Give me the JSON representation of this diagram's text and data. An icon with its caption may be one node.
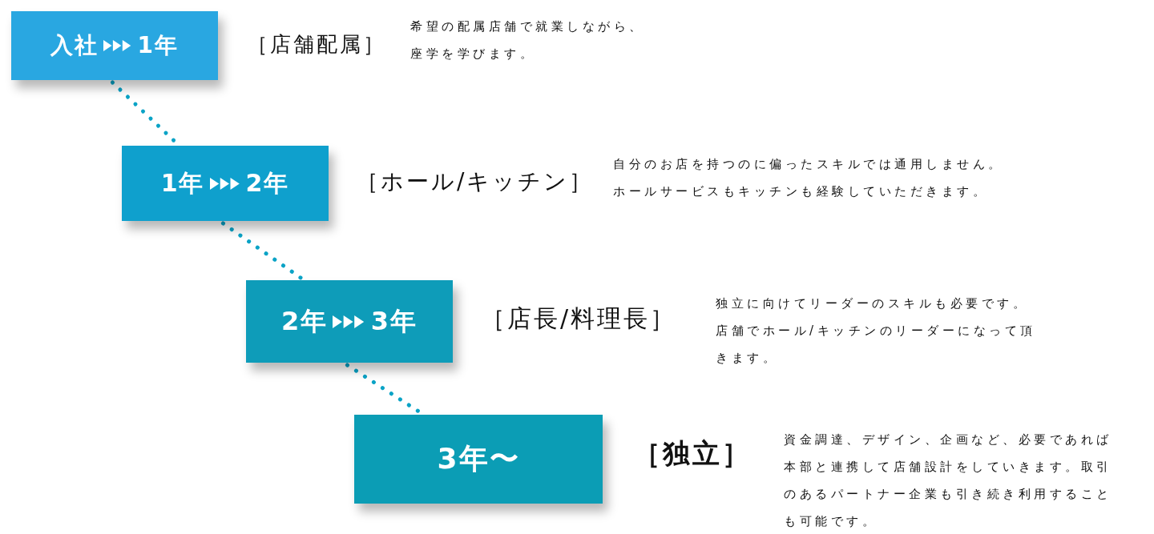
{
  "diagram": {
    "nodes": [
      {
        "text": [
          "入社",
          "1年"
        ],
        "beside": [
          "［店舗配属］"
        ]
      },
      {
        "text": [
          "1年",
          "2年"
        ],
        "beside": [
          "［ホール/キッチン］"
        ]
      },
      {
        "text": [
          "2年",
          "3年"
        ],
        "beside": [
          "［店長/料理長］"
        ]
      },
      {
        "text": [
          "3年〜"
        ],
        "beside": [
          "［独立］"
        ]
      }
    ],
    "edges": [
      {
        "from": 0,
        "to": 1,
        "arrow": "none",
        "style": "dashed"
      },
      {
        "from": 1,
        "to": 2,
        "arrow": "none",
        "style": "dashed"
      },
      {
        "from": 2,
        "to": 3,
        "arrow": "none",
        "style": "dashed"
      }
    ],
    "labels": [
      "希望の配属店舗で就業しながら、座学を学びます。",
      "自分のお店を持つのに偏ったスキルでは通用しません。ホールサービスもキッチンも経験していただきます。",
      "独立に向けてリーダーのスキルも必要です。店舗でホール/キッチンのリーダーになって頂きます。",
      "資金調達、デザイン、企画など、必要であれば本部と連携して店舗設計をしていきます。取引のあるパートナー企業も引き続き利用することも可能です。"
    ]
  }
}
